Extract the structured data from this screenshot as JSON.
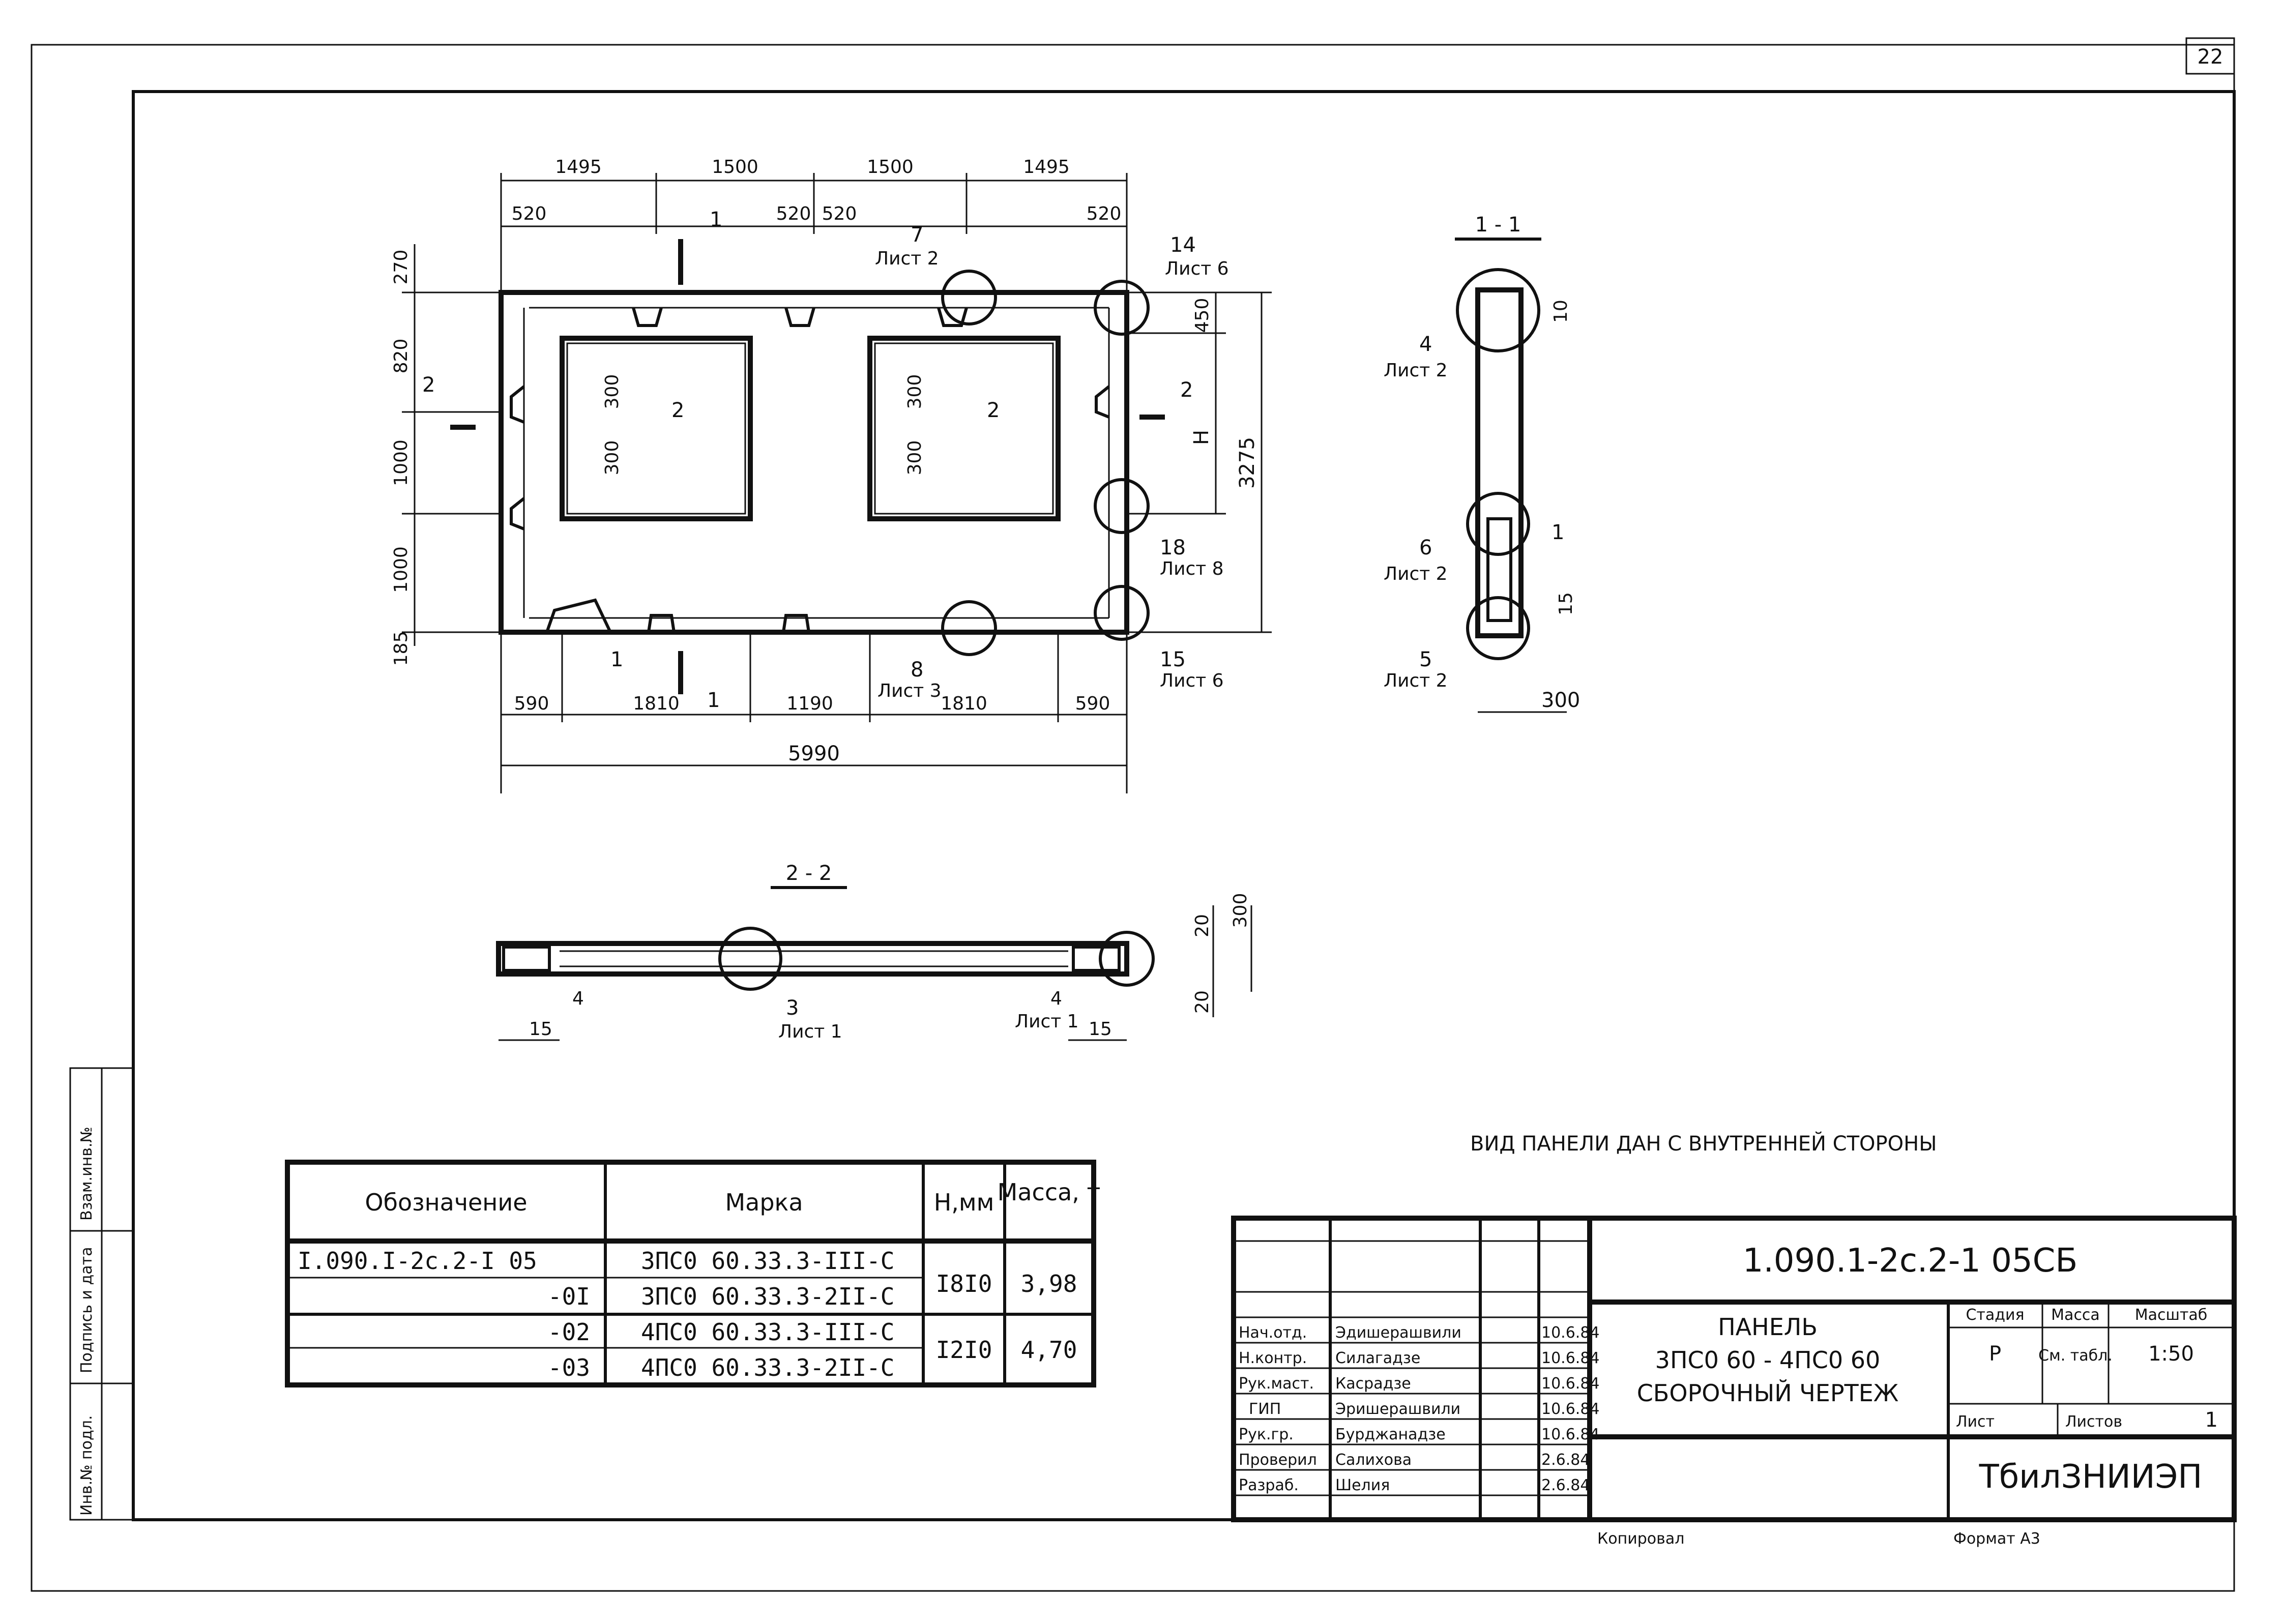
{
  "sheet": {
    "page_number": "22",
    "view_note": "ВИД ПАНЕЛИ ДАН С ВНУТРЕННЕЙ СТОРОНЫ",
    "footer_copy": "Копировал",
    "footer_format": "Формат А3"
  },
  "plan": {
    "dims_top": [
      "1495",
      "1500",
      "1500",
      "1495"
    ],
    "dims_top2": [
      "520",
      "520",
      "520",
      "520"
    ],
    "dims_bottom": [
      "590",
      "1810",
      "1190",
      "1810",
      "590"
    ],
    "total_width": "5990",
    "dims_left": [
      "270",
      "820",
      "1000",
      "1000",
      "185"
    ],
    "dims_right_small": "450",
    "dim_h": "Н",
    "total_height": "3275",
    "opening_dims": [
      "300",
      "300",
      "300",
      "300"
    ],
    "section_mark": "1",
    "section_mark_2": "2",
    "callouts": [
      {
        "num": "7",
        "sheet": "Лист 2"
      },
      {
        "num": "14",
        "sheet": "Лист 6"
      },
      {
        "num": "2",
        "sheet": ""
      },
      {
        "num": "2",
        "sheet": ""
      },
      {
        "num": "18",
        "sheet": "Лист 8"
      },
      {
        "num": "1",
        "sheet": ""
      },
      {
        "num": "8",
        "sheet": "Лист 3"
      },
      {
        "num": "15",
        "sheet": "Лист 6"
      }
    ]
  },
  "section11": {
    "title": "1 - 1",
    "dim_top": "10",
    "dim_bottom": "15",
    "width": "300",
    "callouts": [
      {
        "num": "4",
        "sheet": "Лист 2"
      },
      {
        "num": "6",
        "sheet": "Лист 2"
      },
      {
        "num": "1",
        "sheet": ""
      },
      {
        "num": "5",
        "sheet": "Лист 2"
      }
    ]
  },
  "section22": {
    "title": "2 - 2",
    "dim_left": "15",
    "dim_right": "15",
    "dim_v1": "20",
    "dim_v2": "300",
    "dim_v3": "20",
    "callouts": [
      {
        "num": "4",
        "sheet": ""
      },
      {
        "num": "3",
        "sheet": "Лист 1"
      },
      {
        "num": "4",
        "sheet": "Лист 1"
      }
    ]
  },
  "spec_table": {
    "headers": [
      "Обозначение",
      "Марка",
      "Н,мм",
      "Масса, т"
    ],
    "rows": [
      {
        "code": "I.090.I-2с.2-I 05",
        "mark": "3ПС0 60.33.3-III-С"
      },
      {
        "code": "-0I",
        "mark": "3ПС0 60.33.3-2II-С"
      },
      {
        "code": "-02",
        "mark": "4ПС0 60.33.3-III-С"
      },
      {
        "code": "-03",
        "mark": "4ПС0 60.33.3-2II-С"
      }
    ],
    "groups": [
      {
        "h": "I8I0",
        "mass": "3,98"
      },
      {
        "h": "I2I0",
        "mass": "4,70"
      }
    ]
  },
  "title_block": {
    "doc_code": "1.090.1-2с.2-1 05СБ",
    "name_line1": "ПАНЕЛЬ",
    "name_line2": "3ПС0 60 - 4ПС0 60",
    "name_line3": "СБОРОЧНЫЙ ЧЕРТЕЖ",
    "stage_label": "Стадия",
    "mass_label": "Масса",
    "scale_label": "Масштаб",
    "stage": "Р",
    "mass": "См. табл.",
    "scale": "1:50",
    "sheet_label": "Лист",
    "sheets_label": "Листов",
    "sheets": "1",
    "org": "ТбилЗНИИЭП",
    "people": [
      {
        "role": "Нач.отд.",
        "name": "Эдишерашвили",
        "date": "10.6.84"
      },
      {
        "role": "Н.контр.",
        "name": "Силагадзе",
        "date": "10.6.84"
      },
      {
        "role": "Рук.маст.",
        "name": "Касрадзе",
        "date": "10.6.84"
      },
      {
        "role": "ГИП",
        "name": "Эришерашвили",
        "date": "10.6.84"
      },
      {
        "role": "Рук.гр.",
        "name": "Бурджанадзе",
        "date": "10.6.84"
      },
      {
        "role": "Проверил",
        "name": "Салихова",
        "date": "2.6.84"
      },
      {
        "role": "Разраб.",
        "name": "Шелия",
        "date": "2.6.84"
      }
    ]
  },
  "side_stamp": {
    "inv_no": "Инв.№ подл.",
    "sign_date": "Подпись и дата",
    "replace_inv": "Взам.инв.№"
  }
}
